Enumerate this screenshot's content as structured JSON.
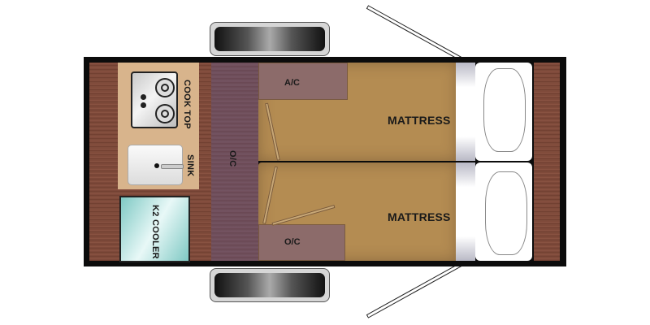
{
  "floorplan": {
    "labels": {
      "cook_top": "COOK TOP",
      "sink": "SINK",
      "cooler": "K2 COOLER",
      "aisle_oc": "O/C",
      "ac": "A/C",
      "oc_lower": "O/C",
      "mattress_top": "MATTRESS",
      "mattress_bottom": "MATTRESS"
    },
    "colors": {
      "wall": "#0c0c0c",
      "wood_floor": "#7a4636",
      "aisle": "#6b4a56",
      "counter": "#d8b48c",
      "mattress": "#b48c52",
      "cabinet": "#8c6b6a",
      "cooler": "#7fc9c4"
    }
  }
}
